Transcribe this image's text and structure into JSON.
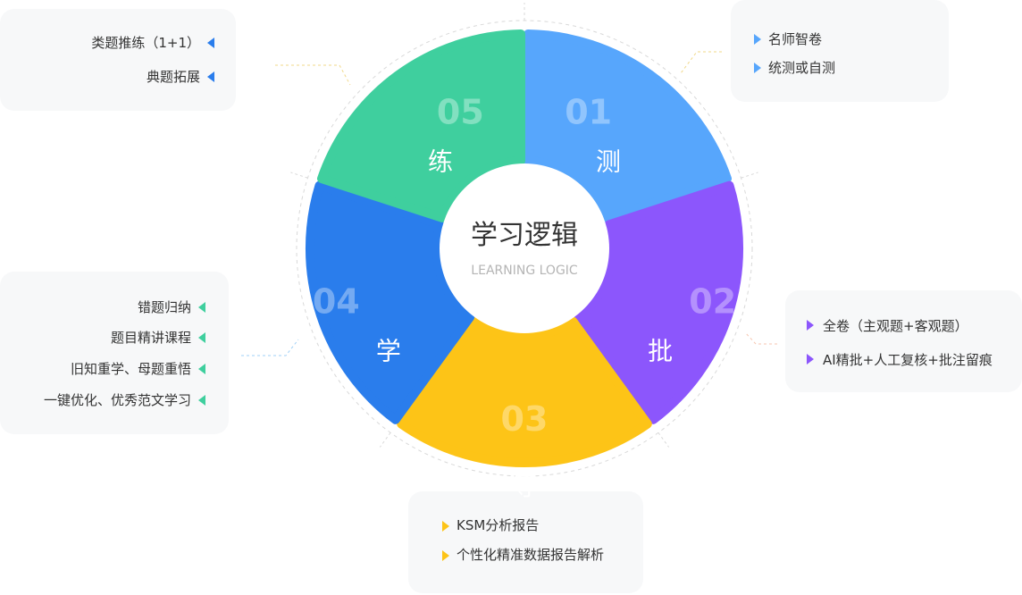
{
  "center": {
    "title": "学习逻辑",
    "subtitle": "LEARNING LOGIC"
  },
  "segments": [
    {
      "id": "ce",
      "number": "01",
      "char": "测",
      "color": "#57a6fc"
    },
    {
      "id": "pi",
      "number": "02",
      "char": "批",
      "color": "#8c56fc"
    },
    {
      "id": "dao",
      "number": "03",
      "char": "导",
      "color": "#fdc417"
    },
    {
      "id": "xue",
      "number": "04",
      "char": "学",
      "color": "#2a7dec"
    },
    {
      "id": "lian",
      "number": "05",
      "char": "练",
      "color": "#3fcf9e"
    }
  ],
  "cards": {
    "ce": {
      "accent": "#57a6fc",
      "items": [
        "名师智卷",
        "统测或自测"
      ]
    },
    "pi": {
      "accent": "#8c56fc",
      "items": [
        "全卷（主观题+客观题）",
        "AI精批+人工复核+批注留痕"
      ]
    },
    "dao": {
      "accent": "#fdc417",
      "items": [
        "KSM分析报告",
        "个性化精准数据报告解析"
      ]
    },
    "xue": {
      "accent": "#3fcf9e",
      "items": [
        "错题归纳",
        "题目精讲课程",
        "旧知重学、母题重悟",
        "一键优化、优秀范文学习"
      ]
    },
    "lian": {
      "accent": "#2a7dec",
      "items": [
        "类题推练（1+1）",
        "典题拓展"
      ]
    }
  }
}
